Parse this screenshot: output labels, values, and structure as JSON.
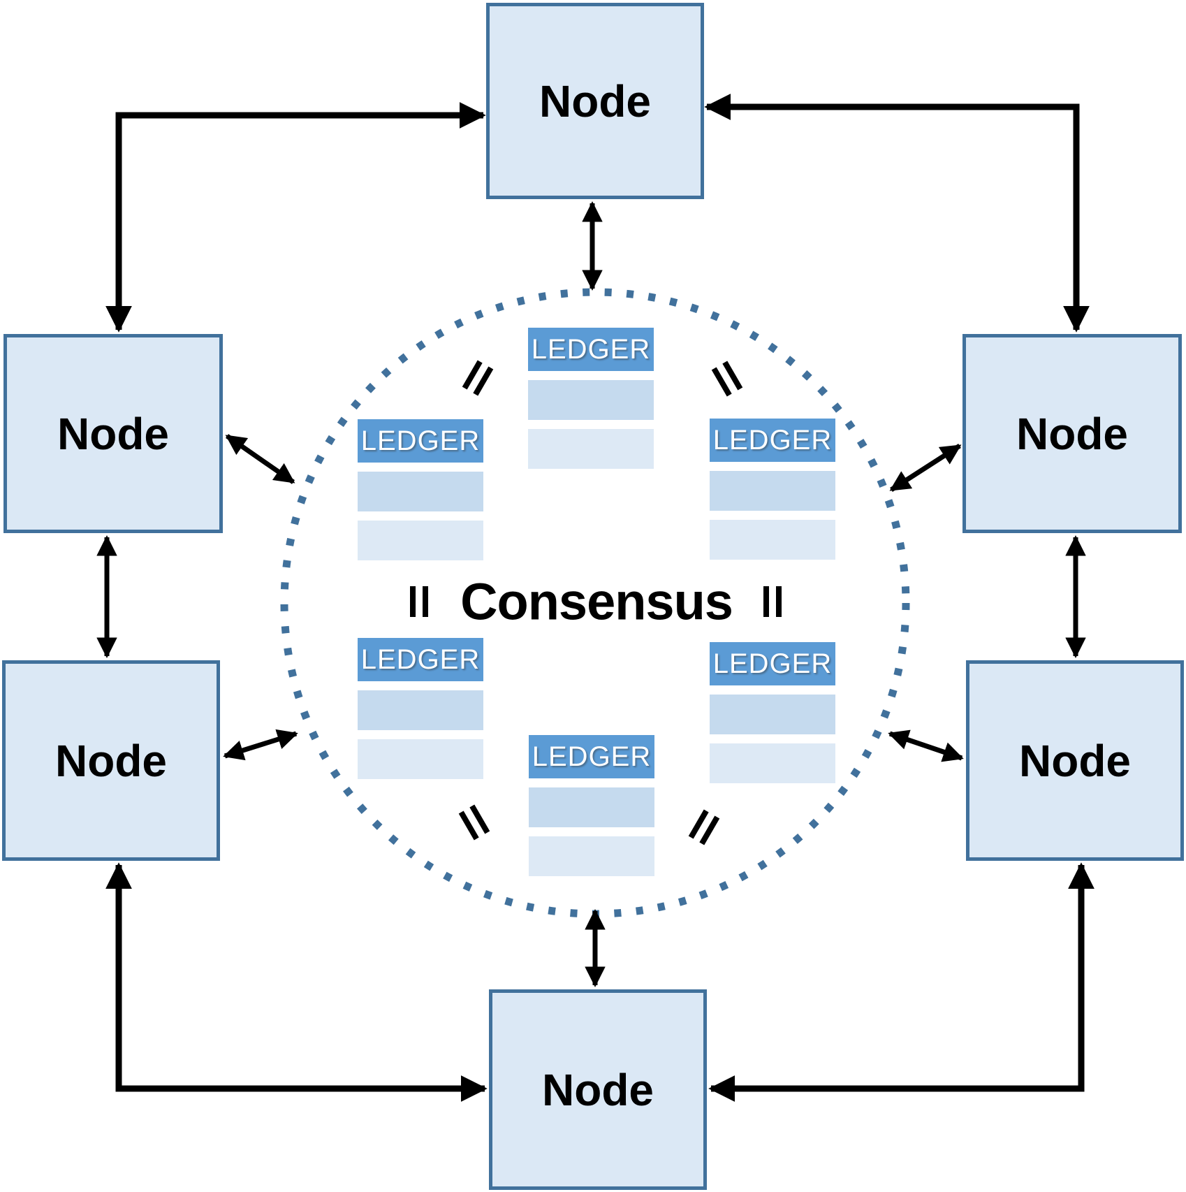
{
  "center": {
    "label": "Consensus"
  },
  "nodes": [
    {
      "id": "top",
      "label": "Node"
    },
    {
      "id": "left-upper",
      "label": "Node"
    },
    {
      "id": "left-lower",
      "label": "Node"
    },
    {
      "id": "right-upper",
      "label": "Node"
    },
    {
      "id": "right-lower",
      "label": "Node"
    },
    {
      "id": "bottom",
      "label": "Node"
    }
  ],
  "ledgers": [
    {
      "id": "top-center",
      "label": "LEDGER"
    },
    {
      "id": "left-upper",
      "label": "LEDGER"
    },
    {
      "id": "right-upper",
      "label": "LEDGER"
    },
    {
      "id": "left-lower",
      "label": "LEDGER"
    },
    {
      "id": "right-lower",
      "label": "LEDGER"
    },
    {
      "id": "bottom-center",
      "label": "LEDGER"
    }
  ],
  "colors": {
    "node_fill": "#dbe8f5",
    "node_border": "#41719c",
    "ledger_header": "#5b9bd5",
    "ledger_row_medium": "#c5daee",
    "ledger_row_light": "#dde9f5",
    "circle_dots": "#41719c",
    "arrow": "#000000",
    "equals": "#000000",
    "text": "#000000",
    "ledger_text": "#ffffff",
    "background": "#ffffff"
  }
}
